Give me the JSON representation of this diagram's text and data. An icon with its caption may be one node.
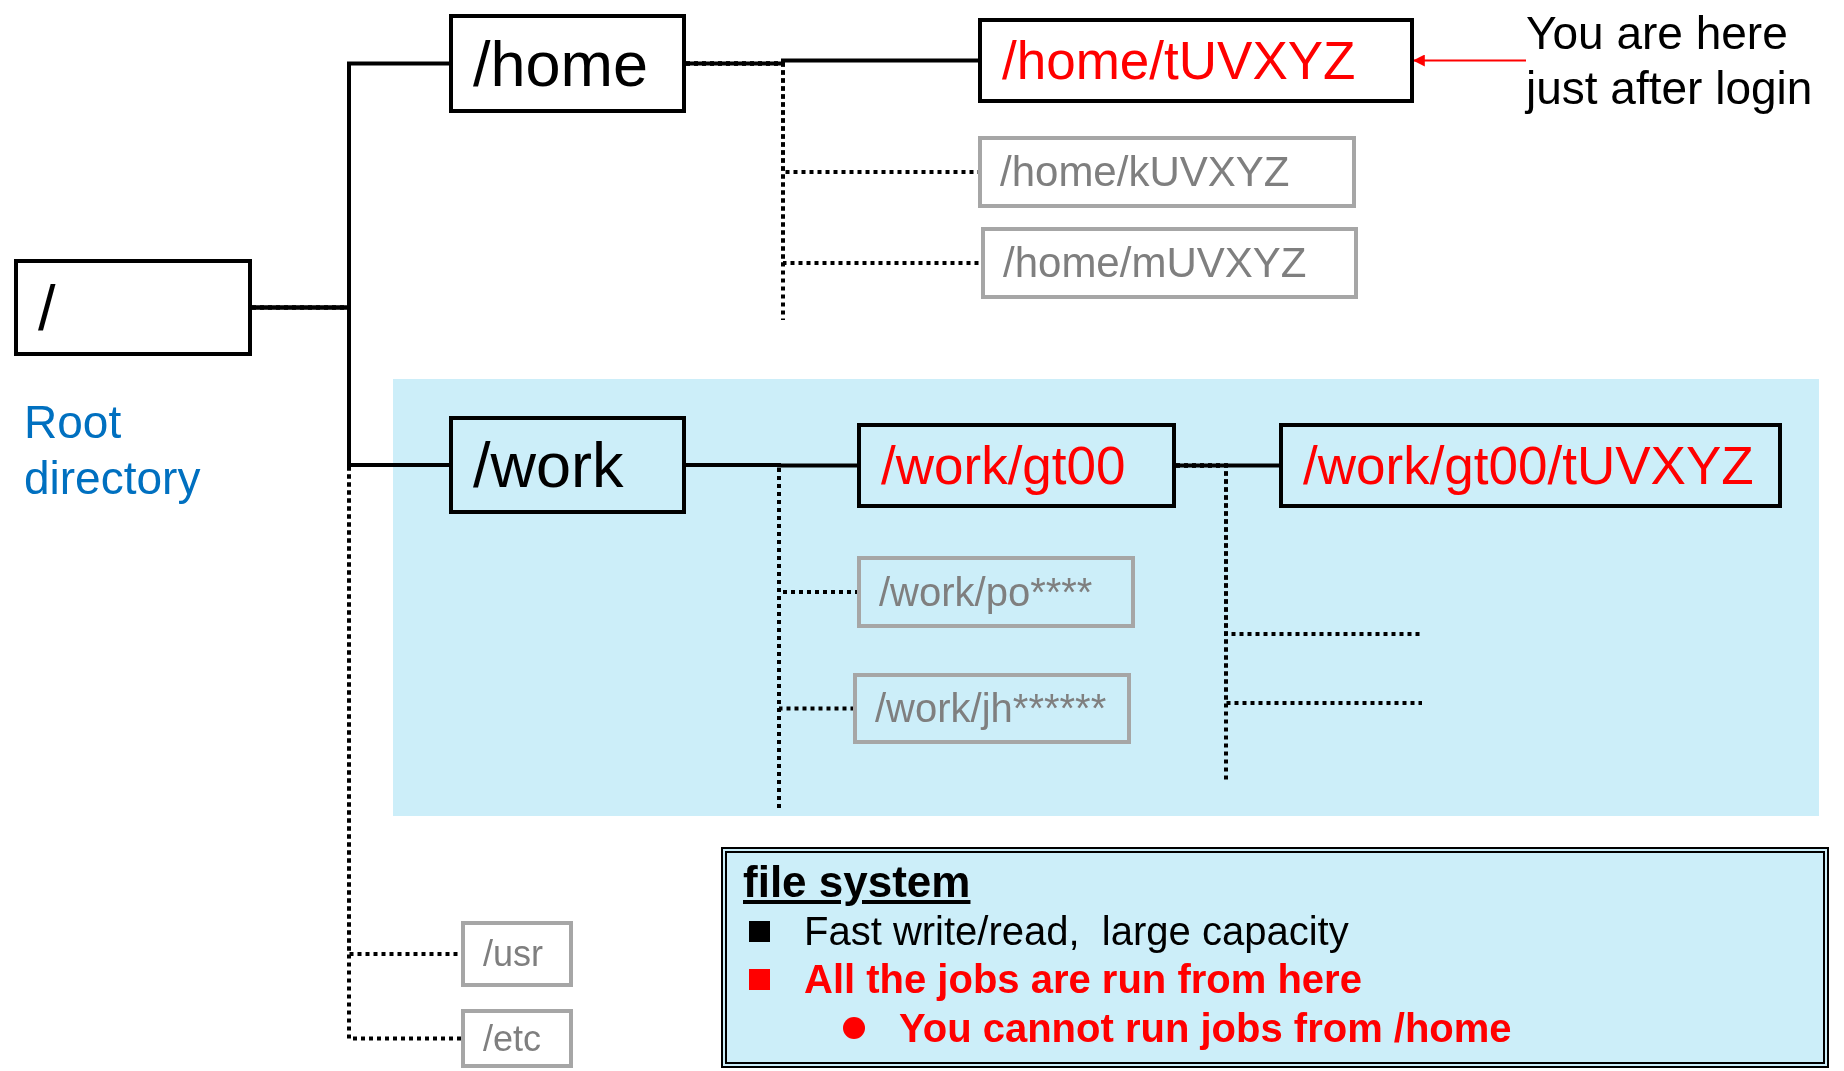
{
  "diagram": {
    "nodes": [
      {
        "text": [
          "/"
        ],
        "beside": [
          "Root directory"
        ]
      },
      {
        "text": [
          "/home"
        ]
      },
      {
        "text": [
          "/home/tUVXYZ"
        ]
      },
      {
        "text": [
          "/home/kUVXYZ"
        ]
      },
      {
        "text": [
          "/home/mUVXYZ"
        ]
      },
      {
        "text": [
          "You are here just after login"
        ]
      },
      {
        "text": [],
        "shape": "box"
      },
      {
        "text": [
          "/work"
        ],
        "in": 6
      },
      {
        "text": [
          "/work/gt00"
        ],
        "in": 6
      },
      {
        "text": [
          "/work/gt00/tUVXYZ"
        ],
        "in": 6
      },
      {
        "text": [
          "/work/po****"
        ],
        "in": 6
      },
      {
        "text": [
          "/work/jh******"
        ],
        "in": 6
      },
      {
        "text": [
          "/usr"
        ]
      },
      {
        "text": [
          "/etc"
        ]
      },
      {
        "text": [
          "file system",
          "Fast write/read,  large capacity",
          "All the jobs are run from here",
          "You cannot run jobs from /home"
        ]
      }
    ],
    "edges": [
      {
        "from": 0,
        "to": 1,
        "arrow": "none"
      },
      {
        "from": 0,
        "to": 7,
        "arrow": "none"
      },
      {
        "from": 0,
        "to": 12,
        "arrow": "none",
        "style": "dashed"
      },
      {
        "from": 0,
        "to": 13,
        "arrow": "none",
        "style": "dashed"
      },
      {
        "from": 1,
        "to": 2,
        "arrow": "none"
      },
      {
        "from": 1,
        "to": 3,
        "arrow": "none",
        "style": "dashed"
      },
      {
        "from": 1,
        "to": 4,
        "arrow": "none",
        "style": "dashed"
      },
      {
        "from": 5,
        "to": 2,
        "arrow": "to",
        "color": "#ff0000"
      },
      {
        "from": 7,
        "to": 8,
        "arrow": "none"
      },
      {
        "from": 7,
        "to": 10,
        "arrow": "none",
        "style": "dashed"
      },
      {
        "from": 7,
        "to": 11,
        "arrow": "none",
        "style": "dashed"
      },
      {
        "from": 8,
        "to": 9,
        "arrow": "none"
      },
      {
        "from": 8,
        "to": null,
        "arrow": "none",
        "style": "dashed"
      },
      {
        "from": 8,
        "to": null,
        "arrow": "none",
        "style": "dashed"
      },
      {
        "from": 1,
        "to": null,
        "arrow": "none",
        "style": "dashed"
      },
      {
        "from": 7,
        "to": null,
        "arrow": "none",
        "style": "dashed"
      },
      {
        "from": 8,
        "to": null,
        "arrow": "none",
        "style": "dashed"
      }
    ]
  }
}
